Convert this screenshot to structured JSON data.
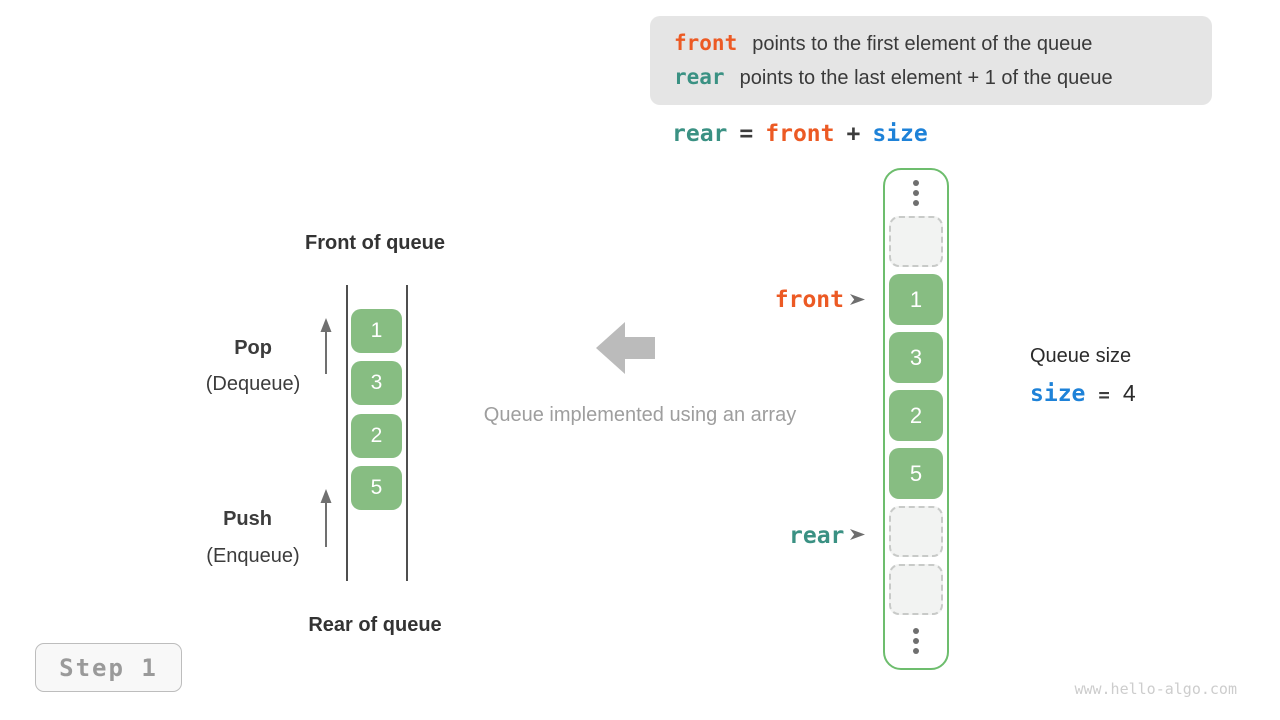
{
  "colors": {
    "front_orange": "#ec5a24",
    "rear_teal": "#3a9183",
    "size_blue": "#1e82d8",
    "cell_green": "#87bd82",
    "array_border_green": "#6dbd6d",
    "info_box_bg": "#e5e5e5",
    "muted_gray": "#9e9e9e"
  },
  "info_box": {
    "line1_keyword": "front",
    "line1_text": "points to the first element of the queue",
    "line2_keyword": "rear",
    "line2_text": "points to the last element + 1 of the queue"
  },
  "formula": {
    "rear": "rear",
    "eq": "=",
    "front": "front",
    "plus": "+",
    "size": "size"
  },
  "left_queue": {
    "front_label": "Front of queue",
    "rear_label": "Rear of queue",
    "pop": "Pop",
    "pop_sub": "(Dequeue)",
    "push": "Push",
    "push_sub": "(Enqueue)",
    "values": [
      "1",
      "3",
      "2",
      "5"
    ]
  },
  "caption": "Queue implemented using an array",
  "array": {
    "front_pointer": "front",
    "rear_pointer": "rear",
    "cells": [
      {
        "type": "ellipsis"
      },
      {
        "type": "empty"
      },
      {
        "type": "value",
        "value": "1"
      },
      {
        "type": "value",
        "value": "3"
      },
      {
        "type": "value",
        "value": "2"
      },
      {
        "type": "value",
        "value": "5"
      },
      {
        "type": "empty"
      },
      {
        "type": "empty"
      },
      {
        "type": "ellipsis"
      }
    ]
  },
  "queue_size": {
    "label": "Queue size",
    "var": "size",
    "eq": "=",
    "value": "4"
  },
  "step_badge": "Step 1",
  "watermark": "www.hello-algo.com"
}
